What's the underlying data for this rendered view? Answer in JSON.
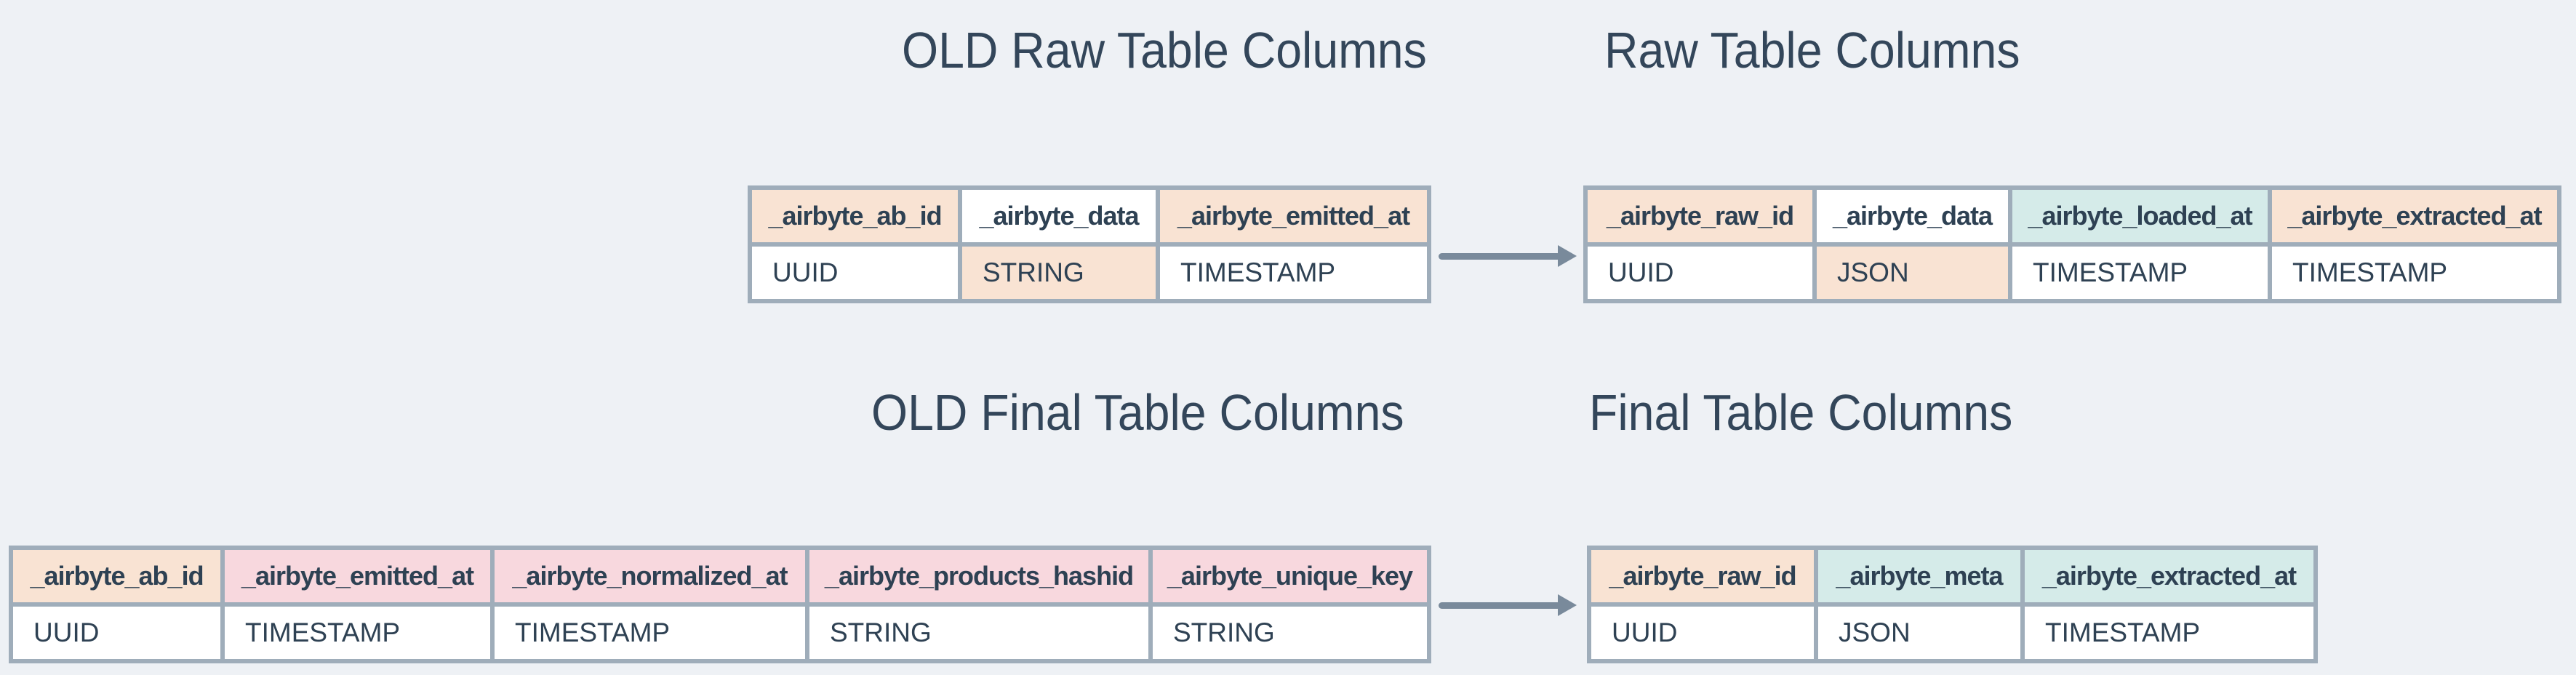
{
  "titles": {
    "old_raw": "OLD Raw Table Columns",
    "raw": "Raw Table Columns",
    "old_final": "OLD Final Table Columns",
    "final": "Final Table Columns"
  },
  "colors": {
    "background": "#eef1f5",
    "table_border": "#9fadba",
    "title_text": "#33465a",
    "cell_text": "#2e4153",
    "arrow": "#798a9b",
    "peach": "#f9e3d3",
    "pink": "#f8d8de",
    "teal": "#d5ebe9",
    "white": "#ffffff"
  },
  "tables": [
    {
      "id": "old-raw",
      "columns": [
        {
          "name": "_airbyte_ab_id",
          "type": "UUID",
          "header_color": "peach",
          "type_color": "white"
        },
        {
          "name": "_airbyte_data",
          "type": "STRING",
          "header_color": "white",
          "type_color": "peach"
        },
        {
          "name": "_airbyte_emitted_at",
          "type": "TIMESTAMP",
          "header_color": "peach",
          "type_color": "white"
        }
      ]
    },
    {
      "id": "raw",
      "columns": [
        {
          "name": "_airbyte_raw_id",
          "type": "UUID",
          "header_color": "peach",
          "type_color": "white"
        },
        {
          "name": "_airbyte_data",
          "type": "JSON",
          "header_color": "white",
          "type_color": "peach"
        },
        {
          "name": "_airbyte_loaded_at",
          "type": "TIMESTAMP",
          "header_color": "teal",
          "type_color": "white"
        },
        {
          "name": "_airbyte_extracted_at",
          "type": "TIMESTAMP",
          "header_color": "peach",
          "type_color": "white"
        }
      ]
    },
    {
      "id": "old-final",
      "columns": [
        {
          "name": "_airbyte_ab_id",
          "type": "UUID",
          "header_color": "peach",
          "type_color": "white"
        },
        {
          "name": "_airbyte_emitted_at",
          "type": "TIMESTAMP",
          "header_color": "pink",
          "type_color": "white"
        },
        {
          "name": "_airbyte_normalized_at",
          "type": "TIMESTAMP",
          "header_color": "pink",
          "type_color": "white"
        },
        {
          "name": "_airbyte_products_hashid",
          "type": "STRING",
          "header_color": "pink",
          "type_color": "white"
        },
        {
          "name": "_airbyte_unique_key",
          "type": "STRING",
          "header_color": "pink",
          "type_color": "white"
        }
      ]
    },
    {
      "id": "final",
      "columns": [
        {
          "name": "_airbyte_raw_id",
          "type": "UUID",
          "header_color": "peach",
          "type_color": "white"
        },
        {
          "name": "_airbyte_meta",
          "type": "JSON",
          "header_color": "teal",
          "type_color": "white"
        },
        {
          "name": "_airbyte_extracted_at",
          "type": "TIMESTAMP",
          "header_color": "teal",
          "type_color": "white"
        }
      ]
    }
  ]
}
